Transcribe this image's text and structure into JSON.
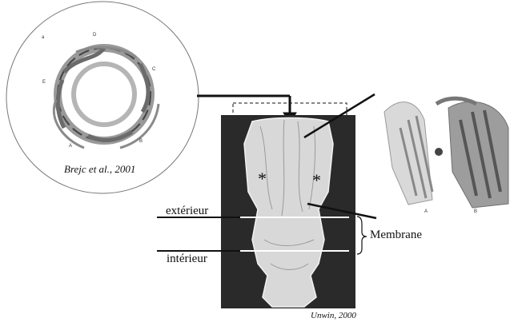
{
  "figure": {
    "citation_left": "Brejc et al., 2001",
    "citation_bottom": "Unwin, 2000",
    "label_outside": "extérieur",
    "label_inside": "intérieur",
    "label_membrane": "Membrane",
    "subunits_ring": [
      "D",
      "C",
      "B",
      "A",
      "E"
    ],
    "panel_label_a": "a",
    "right_panel_labels": [
      "A",
      "B"
    ],
    "membrane_asterisk": "*"
  },
  "colors": {
    "stroke": "#111111",
    "em_background": "#2a2a2a",
    "em_density": "#e6e6e6",
    "protein_grey": "#7f7f7f"
  }
}
